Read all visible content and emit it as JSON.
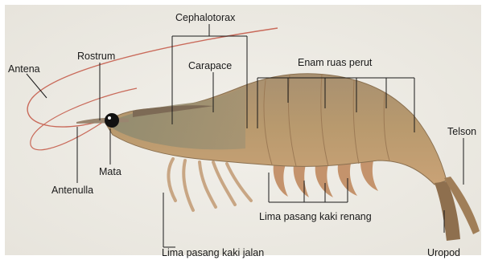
{
  "diagram": {
    "labels": {
      "cephalotorax": "Cephalotorax",
      "rostrum": "Rostrum",
      "antena": "Antena",
      "carapace": "Carapace",
      "enam_ruas_perut": "Enam ruas perut",
      "telson": "Telson",
      "mata": "Mata",
      "antenulla": "Antenulla",
      "lima_pasang_kaki_renang": "Lima pasang kaki renang",
      "lima_pasang_kaki_jalan": "Lima pasang kaki jalan",
      "uropod": "Uropod"
    }
  }
}
